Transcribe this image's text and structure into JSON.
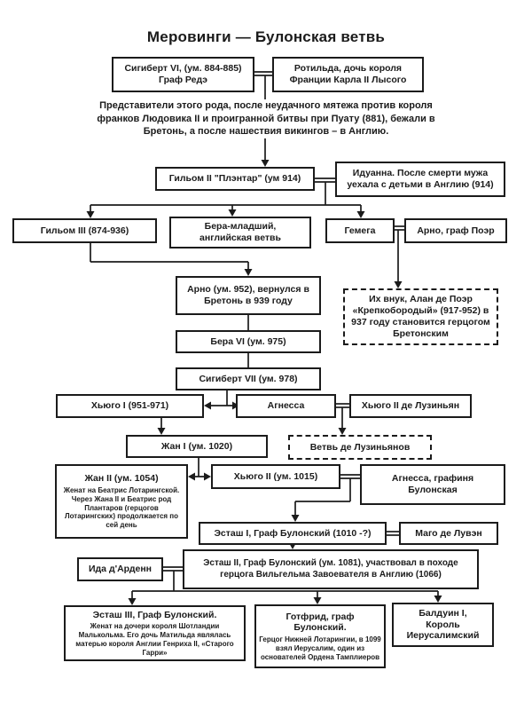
{
  "title": "Меровинги — Булонская ветвь",
  "colors": {
    "line": "#1b1b1b",
    "box_border": "#1b1b1b",
    "background": "#ffffff",
    "text": "#1b1b1b"
  },
  "paragraph": "Представители этого рода, после неудачного мятежа против короля\nфранков Людовика II и проигранной битвы при Пуату (881), бежали в\nБретонь, а после нашествия викингов – в Англию.",
  "boxes": {
    "sigebert6": {
      "text": "Сигиберт VI, (ум. 884-885)\nГраф Редэ"
    },
    "rotilda": {
      "text": "Ротильда, дочь короля\nФранции Карла II Лысого"
    },
    "guillaume2": {
      "text": "Гильом II \"Плэнтар\" (ум 914)"
    },
    "iduanna": {
      "text": "Идуанна. После смерти мужа\nуехала с детьми в Англию (914)"
    },
    "guillaume3": {
      "text": "Гильом III (874-936)"
    },
    "bera_junior": {
      "text": "Бера-младший,\nанглийская ветвь"
    },
    "gemega": {
      "text": "Гемега"
    },
    "arno_poer": {
      "text": "Арно, граф Поэр"
    },
    "arno952": {
      "text": "Арно (ум. 952), вернулся в\nБретонь в 939 году"
    },
    "alan_poer": {
      "text": "Их внук, Алан де Поэр\n«Крепкобородый» (917-952) в\n937 году становится герцогом\nБретонским"
    },
    "bera6": {
      "text": "Бера VI (ум. 975)"
    },
    "sigebert7": {
      "text": "Сигиберт VII (ум. 978)"
    },
    "hugo1": {
      "text": "Хьюго I (951-971)"
    },
    "agnessa": {
      "text": "Агнесса"
    },
    "hugo2_lusignan": {
      "text": "Хьюго II де Лузиньян"
    },
    "jean1": {
      "text": "Жан I (ум. 1020)"
    },
    "lusignan_branch": {
      "text": "Ветвь де Лузиньянов"
    },
    "jean2": {
      "title": "Жан II (ум. 1054)",
      "note": "Женат на Беатрис Лотарингской. Через Жана II и Беатрис род Плантаров (герцогов Лотарингских) продолжается по сей день"
    },
    "hugo2": {
      "text": "Хьюго II (ум. 1015)"
    },
    "agnessa_boulogne": {
      "text": "Агнесса, графиня\nБулонская"
    },
    "eustache1": {
      "text": "Эсташ I, Граф Булонский (1010 -?)"
    },
    "mago": {
      "text": "Маго де Лувэн"
    },
    "ida": {
      "text": "Ида д'Арденн"
    },
    "eustache2": {
      "text": "Эсташ II, Граф Булонский (ум. 1081), участвовал в походе\nгерцога Вильгельма Завоевателя в Англию (1066)"
    },
    "eustache3": {
      "title": "Эсташ III, Граф Булонский.",
      "note": "Женат на дочери короля Шотландии Малькольма. Его дочь Матильда являлась матерью короля Англии Генриха II, «Старого Гарри»"
    },
    "gottfried": {
      "title": "Готфрид, граф\nБулонский.",
      "note": "Герцог Нижней Лотарингии, в 1099 взял Иерусалим, один из основателей Ордена Тамплиеров"
    },
    "balduin": {
      "text": "Балдуин I,\nКороль\nИерусалимский"
    }
  }
}
